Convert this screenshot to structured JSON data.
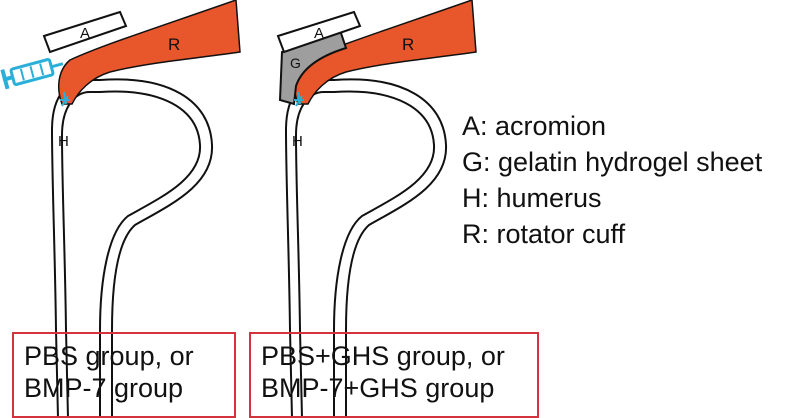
{
  "colors": {
    "rotator_cuff": "#e8572b",
    "gel_sheet": "#9e9e9e",
    "outline": "#111111",
    "syringe": "#2ab0d8",
    "box_border": "#d4323c"
  },
  "left_panel": {
    "acromion_label": "A",
    "cuff_label": "R",
    "humerus_label": "H"
  },
  "right_panel": {
    "acromion_label": "A",
    "gel_label": "G",
    "cuff_label": "R",
    "humerus_label": "H"
  },
  "legend": [
    "A: acromion",
    "G: gelatin hydrogel sheet",
    "H: humerus",
    "R: rotator cuff"
  ],
  "groups": {
    "left": [
      "PBS group, or",
      "BMP-7 group"
    ],
    "right": [
      "PBS+GHS group, or",
      "BMP-7+GHS group"
    ]
  }
}
